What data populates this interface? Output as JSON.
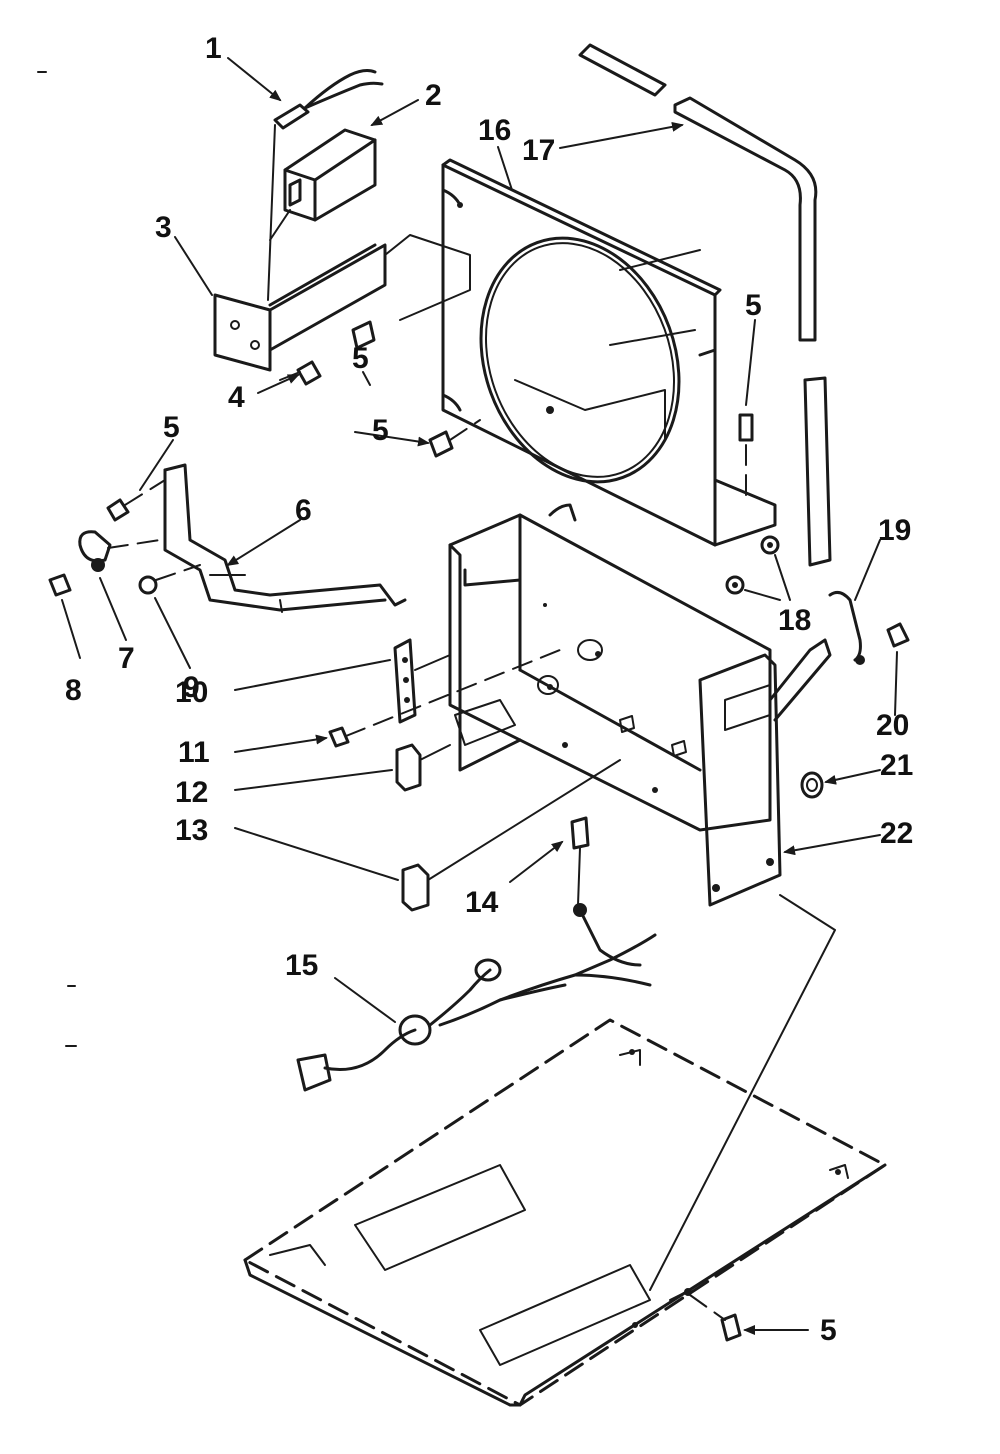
{
  "diagram": {
    "callouts": [
      {
        "id": "1",
        "text": "1"
      },
      {
        "id": "2",
        "text": "2"
      },
      {
        "id": "3",
        "text": "3"
      },
      {
        "id": "4",
        "text": "4"
      },
      {
        "id": "5a",
        "text": "5"
      },
      {
        "id": "5b",
        "text": "5"
      },
      {
        "id": "5c",
        "text": "5"
      },
      {
        "id": "5d",
        "text": "5"
      },
      {
        "id": "5e",
        "text": "5"
      },
      {
        "id": "6",
        "text": "6"
      },
      {
        "id": "7",
        "text": "7"
      },
      {
        "id": "8",
        "text": "8"
      },
      {
        "id": "9",
        "text": "9"
      },
      {
        "id": "10",
        "text": "10"
      },
      {
        "id": "11",
        "text": "11"
      },
      {
        "id": "12",
        "text": "12"
      },
      {
        "id": "13",
        "text": "13"
      },
      {
        "id": "14",
        "text": "14"
      },
      {
        "id": "15",
        "text": "15"
      },
      {
        "id": "16",
        "text": "16"
      },
      {
        "id": "17",
        "text": "17"
      },
      {
        "id": "18",
        "text": "18"
      },
      {
        "id": "19",
        "text": "19"
      },
      {
        "id": "20",
        "text": "20"
      },
      {
        "id": "21",
        "text": "21"
      },
      {
        "id": "22",
        "text": "22"
      }
    ],
    "colors": {
      "ink": "#1a1a1a",
      "background": "#ffffff"
    }
  }
}
